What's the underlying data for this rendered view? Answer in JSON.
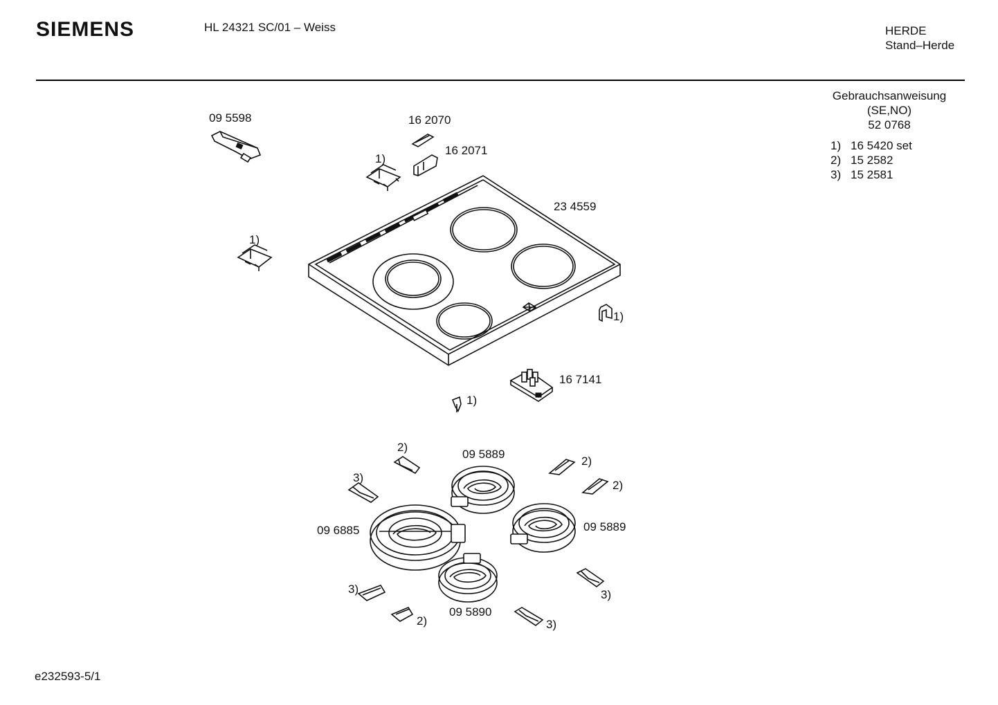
{
  "header": {
    "brand": "SIEMENS",
    "model": "HL 24321 SC/01 – Weiss",
    "category_line1": "HERDE",
    "category_line2": "Stand–Herde"
  },
  "manual": {
    "title": "Gebrauchsanweisung",
    "languages": "(SE,NO)",
    "number": "52 0768"
  },
  "legend": [
    {
      "key": "1)",
      "value": "16 5420 set"
    },
    {
      "key": "2)",
      "value": "15 2582"
    },
    {
      "key": "3)",
      "value": "15 2581"
    }
  ],
  "parts": {
    "p095598": "09 5598",
    "p162070": "16 2070",
    "p162071": "16 2071",
    "p234559": "23 4559",
    "p167141": "16 7141",
    "p095889_top": "09 5889",
    "p095889_right": "09 5889",
    "p096885": "09 6885",
    "p095890": "09 5890"
  },
  "refs": {
    "r1": "1)",
    "r2": "2)",
    "r3": "3)"
  },
  "footer": {
    "code": "e232593-5/1"
  }
}
